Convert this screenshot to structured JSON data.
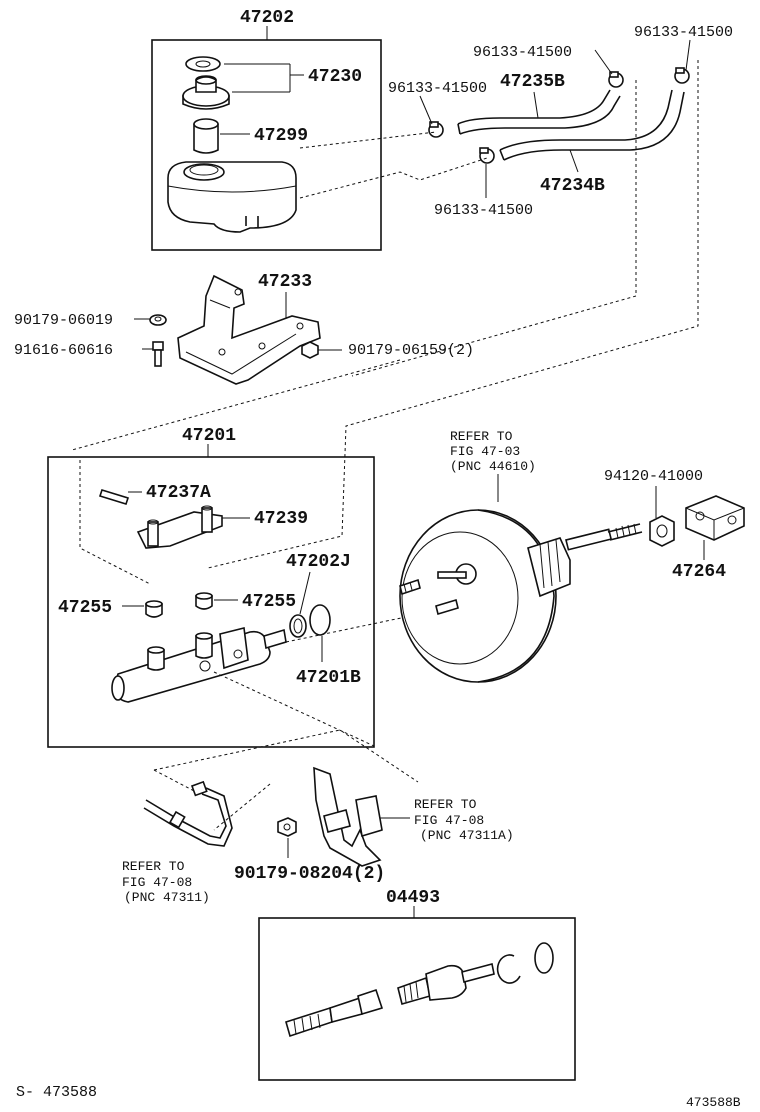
{
  "labels": {
    "p47202": "47202",
    "p47230": "47230",
    "p47299": "47299",
    "clamp_a": "96133-41500",
    "clamp_b": "96133-41500",
    "clamp_c": "96133-41500",
    "clamp_d": "96133-41500",
    "p47235b": "47235B",
    "p47234b": "47234B",
    "p47233": "47233",
    "bolt_90179_06019": "90179-06019",
    "bolt_91616_60616": "91616-60616",
    "nut_90179_06159": "90179-06159(2)",
    "p47201": "47201",
    "p47237a": "47237A",
    "p47239": "47239",
    "p47202j": "47202J",
    "p47255_left": "47255",
    "p47255_right": "47255",
    "p47201b": "47201B",
    "booster_ref_1": "REFER TO",
    "booster_ref_2": "FIG 47-03",
    "booster_ref_3": "(PNC 44610)",
    "p94120": "94120-41000",
    "p47264": "47264",
    "bracket_ref_1": "REFER TO",
    "bracket_ref_2": "FIG 47-08",
    "bracket_ref_3": "(PNC 47311A)",
    "nut_90179_08204": "90179-08204(2)",
    "tube_ref_1": "REFER TO",
    "tube_ref_2": "FIG 47-08",
    "tube_ref_3": "(PNC 47311)",
    "kit_04493": "04493",
    "footer_left": "S- 473588",
    "footer_right": "473588B"
  }
}
